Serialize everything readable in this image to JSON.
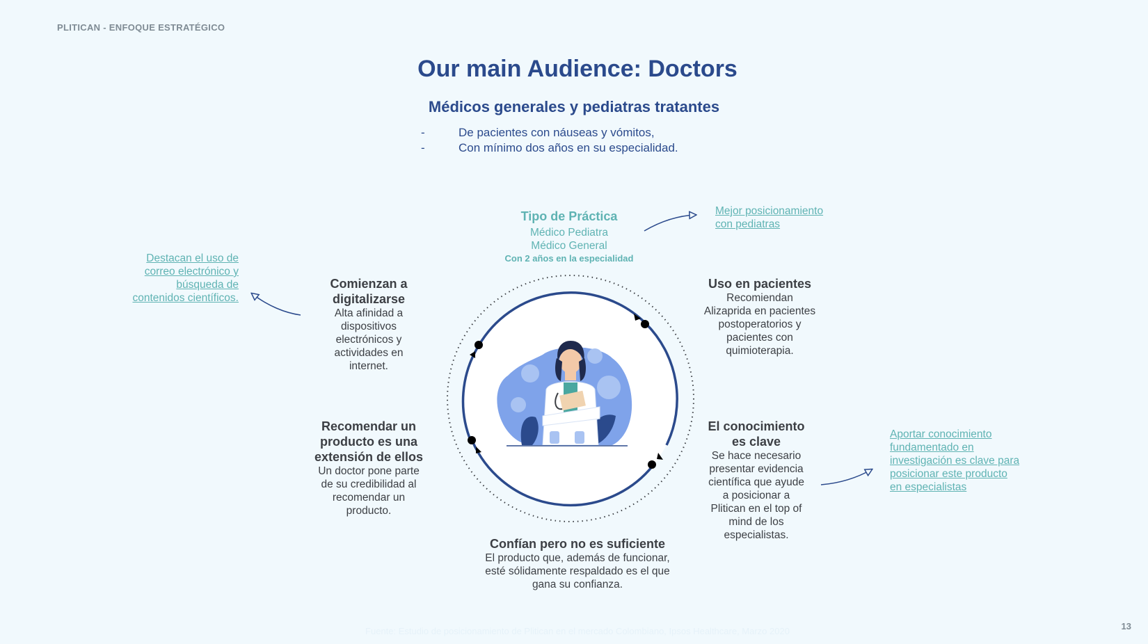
{
  "header": {
    "label": "PLITICAN - ENFOQUE ESTRATÉGICO"
  },
  "title": "Our main Audience: Doctors",
  "subtitle": "Médicos generales y pediatras tratantes",
  "bullets": [
    {
      "dash": "-",
      "text": "De pacientes con náuseas y vómitos,"
    },
    {
      "dash": "-",
      "text": "Con mínimo dos años en su especialidad."
    }
  ],
  "practice": {
    "title": "Tipo de Práctica",
    "line1": "Médico Pediatra",
    "line2": "Médico General",
    "line3": "Con 2 años en la especialidad"
  },
  "notes": {
    "top_right": [
      "Mejor posicionamiento",
      "con pediatras"
    ],
    "left": [
      "Destacan el uso de",
      "correo electrónico y",
      "búsqueda de",
      "contenidos científicos."
    ],
    "right": [
      "Aportar conocimiento",
      "fundamentado en",
      "investigación es clave para",
      "posicionar este producto",
      "en especialistas"
    ]
  },
  "blocks": {
    "digital": {
      "title": [
        "Comienzan a",
        "digitalizarse"
      ],
      "body": [
        "Alta afinidad a",
        "dispositivos",
        "electrónicos y",
        "actividades en",
        "internet."
      ]
    },
    "patients": {
      "title": [
        "Uso en pacientes"
      ],
      "body": [
        "Recomiendan",
        "Alizaprida en pacientes",
        "postoperatorios y",
        "pacientes con",
        "quimioterapia."
      ]
    },
    "recommend": {
      "title": [
        "Recomendar un",
        "producto es una",
        "extensión de ellos"
      ],
      "body": [
        "Un doctor pone parte",
        "de su credibilidad al",
        "recomendar un",
        "producto."
      ]
    },
    "knowledge": {
      "title": [
        "El conocimiento",
        "es clave"
      ],
      "body": [
        "Se hace necesario",
        "presentar evidencia",
        "científica que ayude",
        "a posicionar a",
        "Plitican en el top of",
        "mind de los",
        "especialistas."
      ]
    },
    "trust": {
      "title": [
        "Confían pero no es suficiente"
      ],
      "body": [
        "El producto que, además de funcionar,",
        "esté sólidamente respaldado es el que",
        "gana su confianza."
      ]
    }
  },
  "footer": {
    "source": "Fuente: Estudio de posicionamiento de Plitican en el mercado Colombiano, Ipsos Healthcare, Marzo 2020",
    "page_number": "13"
  },
  "colors": {
    "background": "#f1f9fd",
    "navy": "#2b4a8c",
    "teal": "#5fb3b3",
    "text_dark": "#3c3f44",
    "illustration_blue": "#7fa3ea"
  }
}
